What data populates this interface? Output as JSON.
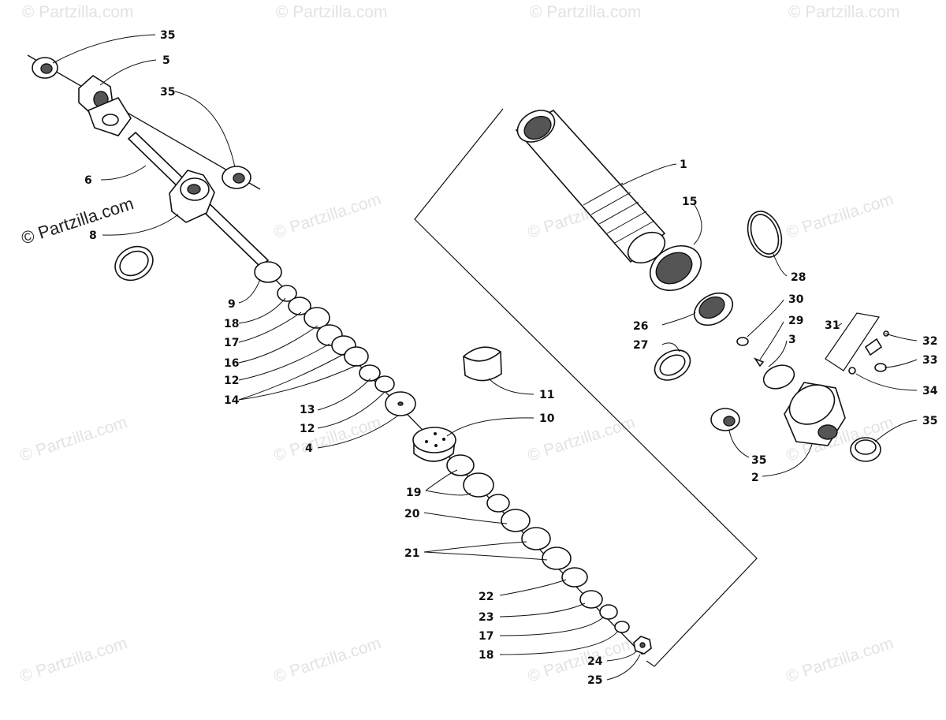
{
  "watermark": {
    "text": "© Partzilla.com"
  },
  "callouts": [
    {
      "id": "c35a",
      "label": "35"
    },
    {
      "id": "c5",
      "label": "5"
    },
    {
      "id": "c35b",
      "label": "35"
    },
    {
      "id": "c6",
      "label": "6"
    },
    {
      "id": "c8",
      "label": "8"
    },
    {
      "id": "c9",
      "label": "9"
    },
    {
      "id": "c18a",
      "label": "18"
    },
    {
      "id": "c17a",
      "label": "17"
    },
    {
      "id": "c16",
      "label": "16"
    },
    {
      "id": "c12a",
      "label": "12"
    },
    {
      "id": "c14",
      "label": "14"
    },
    {
      "id": "c13",
      "label": "13"
    },
    {
      "id": "c12b",
      "label": "12"
    },
    {
      "id": "c4",
      "label": "4"
    },
    {
      "id": "c11",
      "label": "11"
    },
    {
      "id": "c10",
      "label": "10"
    },
    {
      "id": "c19",
      "label": "19"
    },
    {
      "id": "c20",
      "label": "20"
    },
    {
      "id": "c21",
      "label": "21"
    },
    {
      "id": "c22",
      "label": "22"
    },
    {
      "id": "c23",
      "label": "23"
    },
    {
      "id": "c17b",
      "label": "17"
    },
    {
      "id": "c18b",
      "label": "18"
    },
    {
      "id": "c24",
      "label": "24"
    },
    {
      "id": "c25",
      "label": "25"
    },
    {
      "id": "c1",
      "label": "1"
    },
    {
      "id": "c15",
      "label": "15"
    },
    {
      "id": "c28",
      "label": "28"
    },
    {
      "id": "c30",
      "label": "30"
    },
    {
      "id": "c26",
      "label": "26"
    },
    {
      "id": "c29",
      "label": "29"
    },
    {
      "id": "c27",
      "label": "27"
    },
    {
      "id": "c3",
      "label": "3"
    },
    {
      "id": "c31",
      "label": "31"
    },
    {
      "id": "c32",
      "label": "32"
    },
    {
      "id": "c33",
      "label": "33"
    },
    {
      "id": "c34",
      "label": "34"
    },
    {
      "id": "c35c",
      "label": "35"
    },
    {
      "id": "c35d",
      "label": "35"
    },
    {
      "id": "c2",
      "label": "2"
    }
  ]
}
